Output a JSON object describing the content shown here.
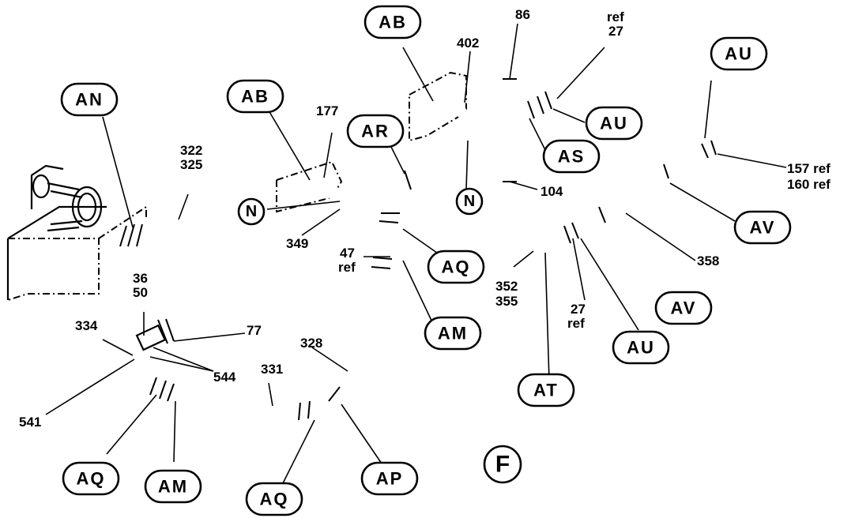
{
  "callouts": {
    "an": "AN",
    "ab_left": "AB",
    "ab_top": "AB",
    "ar": "AR",
    "au_top": "AU",
    "au_mid": "AU",
    "au_low": "AU",
    "as": "AS",
    "av_right": "AV",
    "av_low": "AV",
    "aq_mid": "AQ",
    "aq_bl": "AQ",
    "aq_bot": "AQ",
    "am_mid": "AM",
    "am_bot": "AM",
    "ap": "AP",
    "at": "AT",
    "n_left": "N",
    "n_mid": "N",
    "f": "F"
  },
  "numbers": {
    "n402": "402",
    "n86": "86",
    "ref27_top_a": "ref",
    "ref27_top_b": "27",
    "n177": "177",
    "n322": "322",
    "n325": "325",
    "n349": "349",
    "n104": "104",
    "n157": "157 ref",
    "n160": "160 ref",
    "n358": "358",
    "n47_a": "47",
    "n47_b": "ref",
    "n36": "36",
    "n50": "50",
    "n334": "334",
    "n77": "77",
    "n544": "544",
    "n328": "328",
    "n331": "331",
    "n541": "541",
    "n352": "352",
    "n355": "355",
    "n27_low_a": "27",
    "n27_low_b": "ref"
  }
}
